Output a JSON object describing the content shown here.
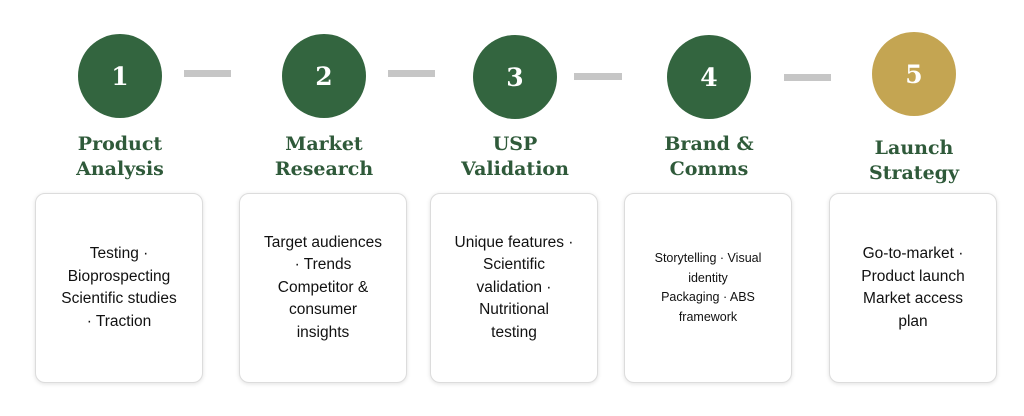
{
  "colors": {
    "primary": "#33653f",
    "accent": "#c4a552",
    "title_text": "#2f5a3a",
    "connector": "#c6c6c6"
  },
  "steps": [
    {
      "number": "1",
      "title_lines": [
        "Product",
        "Analysis"
      ],
      "desc_lines": [
        "Testing ·",
        "Bioprospecting",
        "Scientific studies",
        "· Traction"
      ]
    },
    {
      "number": "2",
      "title_lines": [
        "Market",
        "Research"
      ],
      "desc_lines": [
        "Target audiences",
        "· Trends",
        "Competitor &",
        "consumer",
        "insights"
      ]
    },
    {
      "number": "3",
      "title_lines": [
        "USP",
        "Validation"
      ],
      "desc_lines": [
        "Unique features ·",
        "Scientific",
        "validation ·",
        "Nutritional",
        "testing"
      ]
    },
    {
      "number": "4",
      "title_lines": [
        "Brand &",
        "Comms"
      ],
      "desc_lines": [
        "Storytelling · Visual",
        "identity",
        "Packaging · ABS",
        "framework"
      ]
    },
    {
      "number": "5",
      "title_lines": [
        "Launch",
        "Strategy"
      ],
      "desc_lines": [
        "Go-to-market ·",
        "Product launch",
        "Market access",
        "plan"
      ]
    }
  ]
}
